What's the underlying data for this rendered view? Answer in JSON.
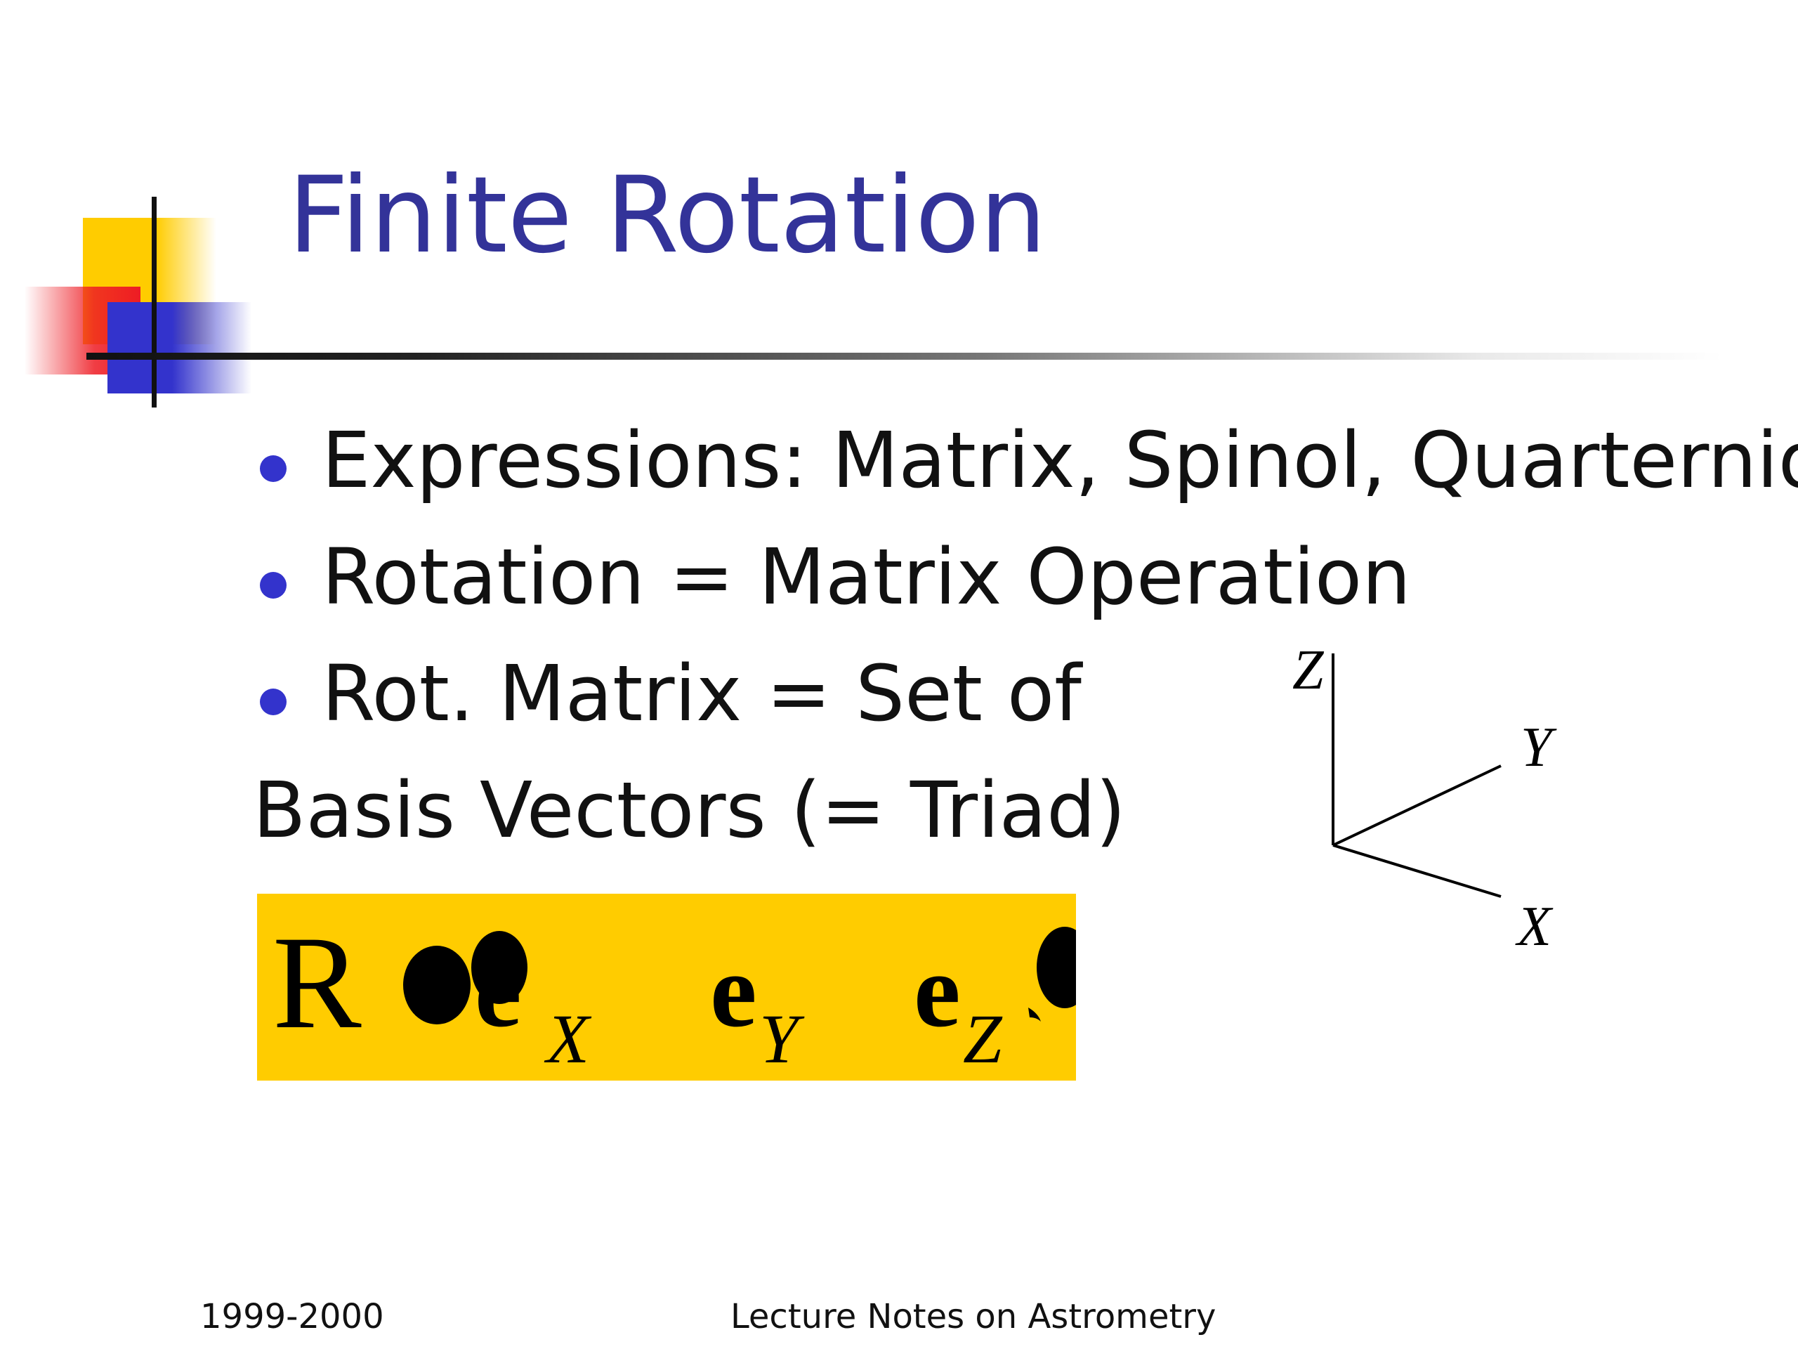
{
  "slide": {
    "title": "Finite Rotation",
    "bullets": [
      "Expressions: Matrix, Spinol, Quarternion",
      "Rotation = Matrix Operation",
      "Rot. Matrix = Set of"
    ],
    "continuation": "Basis Vectors (= Triad)"
  },
  "formula": {
    "symbol": "R",
    "vector": "e",
    "subscripts": [
      "X",
      "Y",
      "Z"
    ]
  },
  "axes": {
    "labels": [
      "Z",
      "Y",
      "X"
    ]
  },
  "footer": {
    "left": "1999-2000",
    "center": "Lecture Notes on Astrometry"
  },
  "colors": {
    "title": "#333399",
    "bullet": "#3333cc",
    "formula_background": "#ffcc00",
    "logo_yellow": "#ffcc00",
    "logo_red": "#ee1c24",
    "logo_blue": "#3333cc"
  }
}
